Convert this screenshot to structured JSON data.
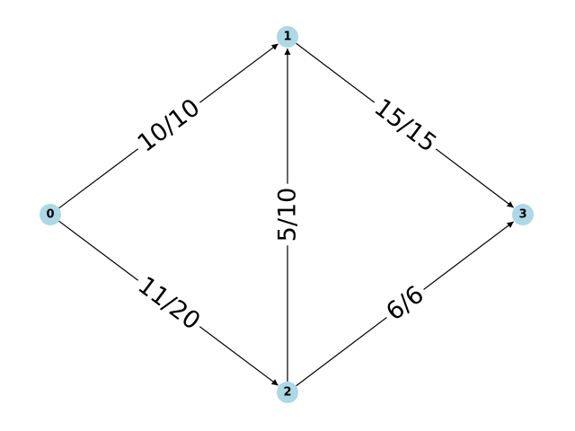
{
  "graph": {
    "nodes": [
      {
        "id": "0",
        "label": "0"
      },
      {
        "id": "1",
        "label": "1"
      },
      {
        "id": "2",
        "label": "2"
      },
      {
        "id": "3",
        "label": "3"
      }
    ],
    "edges": [
      {
        "from": "0",
        "to": "1",
        "label": "10/10"
      },
      {
        "from": "0",
        "to": "2",
        "label": "11/20"
      },
      {
        "from": "1",
        "to": "3",
        "label": "15/15"
      },
      {
        "from": "2",
        "to": "1",
        "label": "5/10"
      },
      {
        "from": "2",
        "to": "3",
        "label": "6/6"
      }
    ],
    "colors": {
      "node": "#add8e6",
      "edge": "#000000",
      "label": "#000000"
    }
  }
}
